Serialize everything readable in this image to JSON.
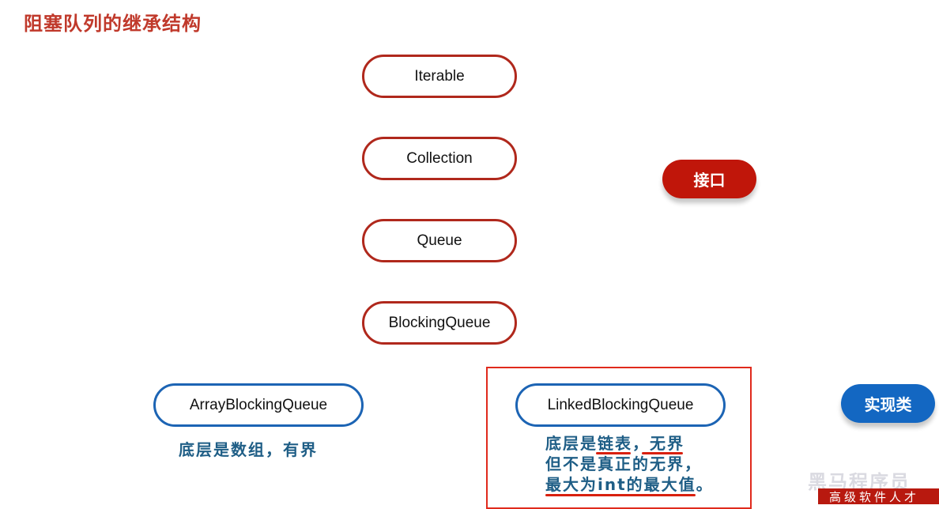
{
  "title": "阻塞队列的继承结构",
  "nodes": {
    "iterable": "Iterable",
    "collection": "Collection",
    "queue": "Queue",
    "blocking_queue": "BlockingQueue",
    "array_blocking_queue": "ArrayBlockingQueue",
    "linked_blocking_queue": "LinkedBlockingQueue"
  },
  "tags": {
    "interface": "接口",
    "implementation": "实现类"
  },
  "notes": {
    "array": "底层是数组，有界",
    "linked_line1": "底层是链表，无界",
    "linked_line2": "但不是真正的无界，",
    "linked_line3": "最大为int的最大值。"
  },
  "watermark": "黑马程序员",
  "banner": "高级软件人才",
  "colors": {
    "title": "#c0392b",
    "interface_border": "#b0281c",
    "class_border": "#1c64b4",
    "interface_tag": "#c0160a",
    "class_tag": "#1367c2",
    "note_text": "#1f5e86",
    "highlight": "#e02a1c"
  }
}
